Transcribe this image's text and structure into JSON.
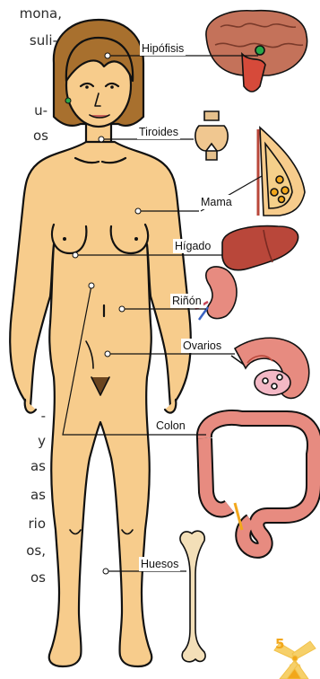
{
  "colors": {
    "skin": "#f7cc8c",
    "skin_shadow": "#e9b06a",
    "hair": "#a8702e",
    "line": "#111111",
    "accent": "#f2a71b",
    "organ_red": "#b9473a",
    "organ_pink": "#e78b80"
  },
  "text_fragments": [
    "mona,",
    "suli-",
    "u-",
    "os",
    "-",
    "y",
    "as",
    "as",
    "rio",
    "os,",
    "os"
  ],
  "labels": [
    {
      "name": "hipofisis",
      "text": "Hipófisis"
    },
    {
      "name": "tiroides",
      "text": "Tiroides"
    },
    {
      "name": "mama",
      "text": "Mama"
    },
    {
      "name": "higado",
      "text": "Hígado"
    },
    {
      "name": "rinon",
      "text": "Riñón"
    },
    {
      "name": "ovarios",
      "text": "Ovarios"
    },
    {
      "name": "colon",
      "text": "Colon"
    },
    {
      "name": "huesos",
      "text": "Huesos"
    }
  ],
  "page_number": "5",
  "icons": [
    "brain-icon",
    "thyroid-icon",
    "breast-icon",
    "liver-icon",
    "kidney-icon",
    "ovary-icon",
    "colon-icon",
    "bone-icon",
    "windmill-icon"
  ]
}
